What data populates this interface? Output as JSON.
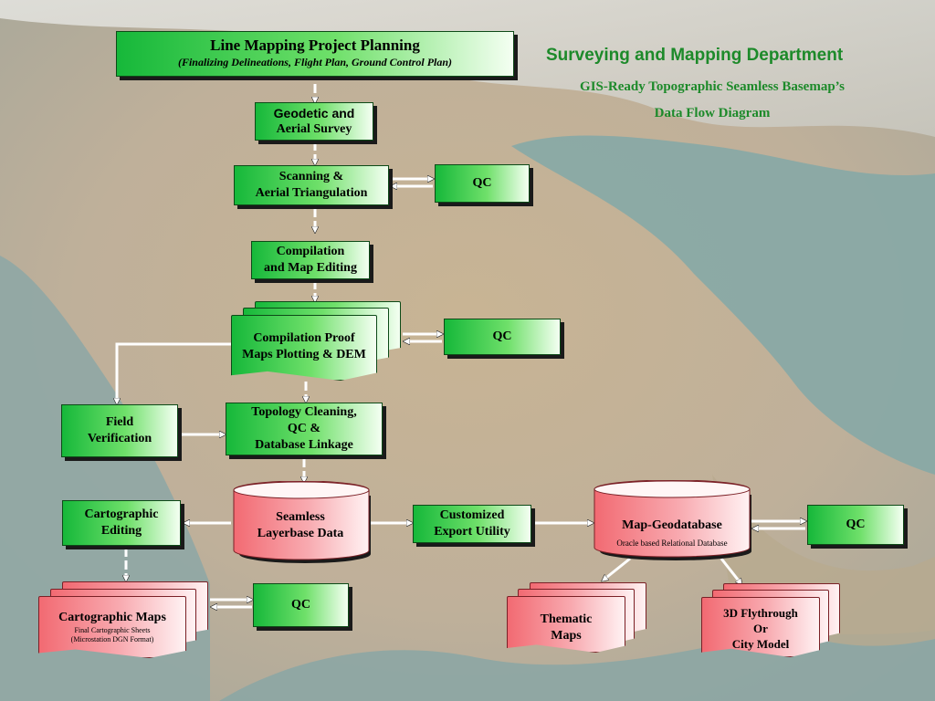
{
  "header": {
    "department": "Surveying and Mapping Department",
    "subtitle_line1": "GIS-Ready Topographic Seamless Basemap’s",
    "subtitle_line2": "Data Flow Diagram"
  },
  "nodes": {
    "planning": {
      "title": "Line Mapping Project Planning",
      "subtitle": "(Finalizing Delineations, Flight Plan, Ground Control Plan)"
    },
    "geodetic": {
      "line1": "Geodetic and",
      "line2": "Aerial Survey"
    },
    "scanning": {
      "line1": "Scanning &",
      "line2": "Aerial Triangulation"
    },
    "qc1": {
      "label": "QC"
    },
    "compilation": {
      "line1": "Compilation",
      "line2": "and Map Editing"
    },
    "proof": {
      "line1": "Compilation Proof",
      "line2": "Maps Plotting & DEM"
    },
    "qc2": {
      "label": "QC"
    },
    "field": {
      "line1": "Field",
      "line2": "Verification"
    },
    "topology": {
      "line1": "Topology Cleaning,",
      "line2": "QC &",
      "line3": "Database Linkage"
    },
    "seamless": {
      "line1": "Seamless",
      "line2": "Layerbase Data"
    },
    "export": {
      "line1": "Customized",
      "line2": "Export Utility"
    },
    "geodatabase": {
      "title": "Map-Geodatabase",
      "subtitle": "Oracle based Relational Database"
    },
    "qc3": {
      "label": "QC"
    },
    "carto_edit": {
      "line1": "Cartographic",
      "line2": "Editing"
    },
    "carto_maps": {
      "title": "Cartographic Maps",
      "sub1": "Final Cartographic Sheets",
      "sub2": "(Microstation DGN Format)"
    },
    "qc4": {
      "label": "QC"
    },
    "thematic": {
      "line1": "Thematic",
      "line2": "Maps"
    },
    "flythrough": {
      "line1": "3D Flythrough",
      "line2": "Or",
      "line3": "City Model"
    }
  },
  "colors": {
    "green": "#16b83a",
    "pink": "#f26a72",
    "title_green": "#1d8a2a",
    "background_sand": "#c9b79a",
    "background_sea": "#7fa6a4"
  }
}
